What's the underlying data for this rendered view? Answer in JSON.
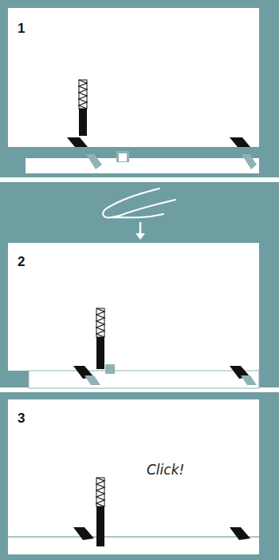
{
  "diagram": {
    "labels": [
      "1",
      "2",
      "3",
      "Click!"
    ]
  }
}
